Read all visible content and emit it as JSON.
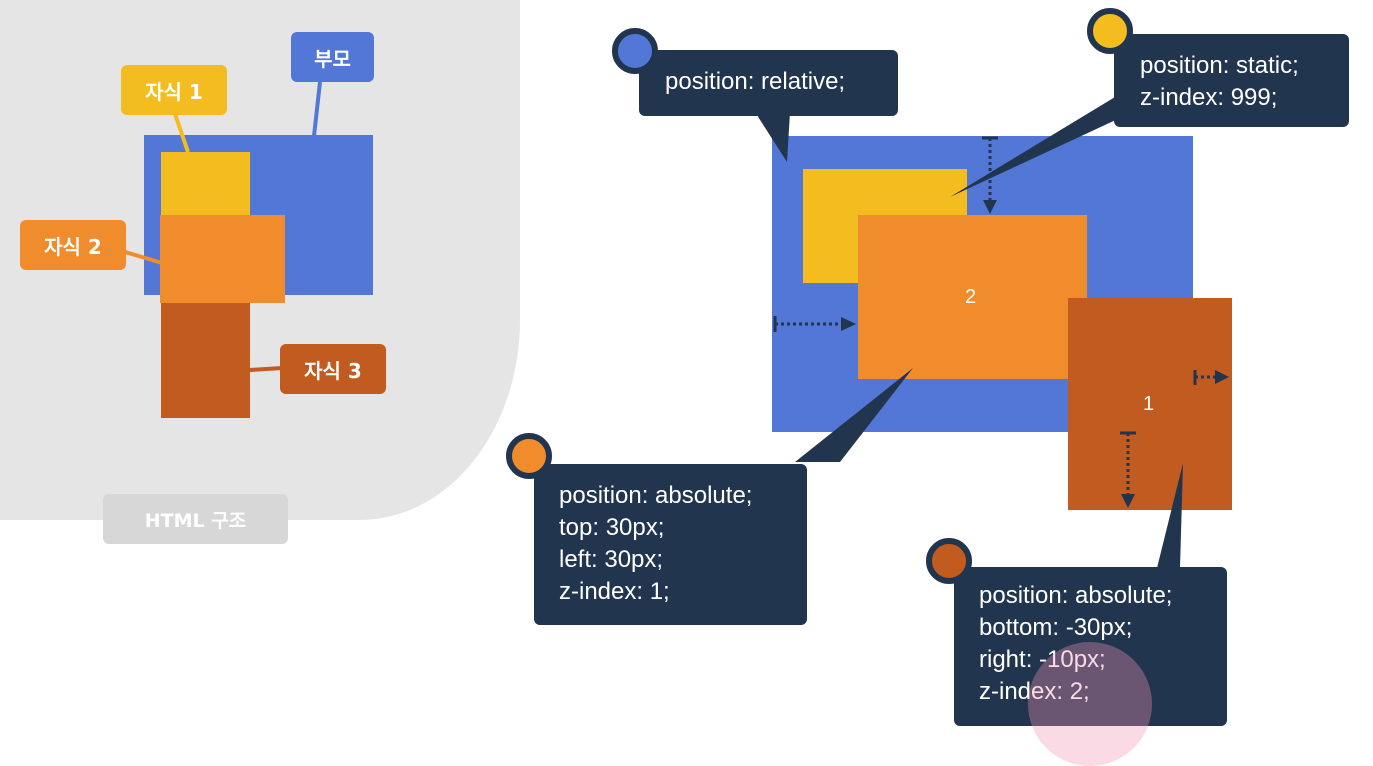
{
  "html_structure": {
    "caption": "HTML 구조",
    "labels": {
      "parent": "부모",
      "child1": "자식 1",
      "child2": "자식 2",
      "child3": "자식 3"
    }
  },
  "demo": {
    "box2_label": "2",
    "box1_label": "1"
  },
  "callouts": {
    "parent": "position: relative;",
    "child_static": "position: static;\nz-index: 999;",
    "child_absolute_1": "position: absolute;\ntop: 30px;\nleft: 30px;\nz-index: 1;",
    "child_absolute_2": "position: absolute;\nbottom: -30px;\nright: -10px;\nz-index: 2;"
  },
  "colors": {
    "blue": "#5277d6",
    "yellow": "#f4bd1f",
    "orange": "#f08c2b",
    "brown": "#c15b1f",
    "navy": "#22354f",
    "panel": "#e5e5e5"
  }
}
